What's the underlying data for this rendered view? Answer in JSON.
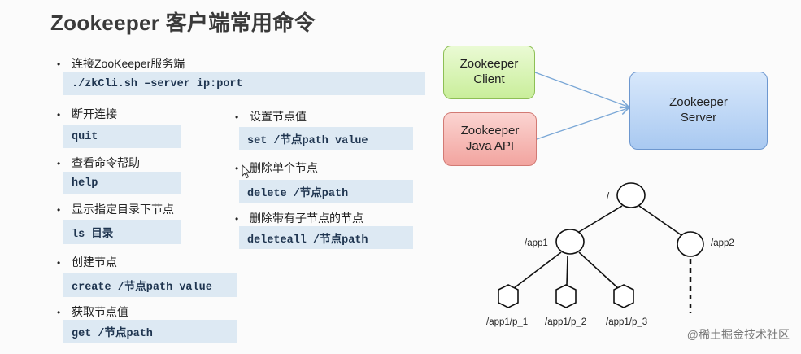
{
  "title": "Zookeeper 客户端常用命令",
  "commands_left": [
    {
      "label": "连接ZooKeeper服务端",
      "command": "./zkCli.sh –server ip:port"
    },
    {
      "label": "断开连接",
      "command": "quit"
    },
    {
      "label": "查看命令帮助",
      "command": "help"
    },
    {
      "label": "显示指定目录下节点",
      "command": "ls 目录"
    },
    {
      "label": "创建节点",
      "command": "create /节点path value"
    },
    {
      "label": "获取节点值",
      "command": "get /节点path"
    }
  ],
  "commands_right": [
    {
      "label": "设置节点值",
      "command": "set /节点path value"
    },
    {
      "label": "删除单个节点",
      "command": "delete /节点path"
    },
    {
      "label": "删除带有子节点的节点",
      "command": "deleteall /节点path"
    }
  ],
  "bullet_char": "•",
  "diagram": {
    "client": "Zookeeper\nClient",
    "java_api": "Zookeeper\nJava API",
    "server": "Zookeeper\nServer"
  },
  "tree": {
    "root": "/",
    "app1": "/app1",
    "app2": "/app2",
    "p1": "/app1/p_1",
    "p2": "/app1/p_2",
    "p3": "/app1/p_3"
  },
  "watermark": "@稀土掘金技术社区"
}
